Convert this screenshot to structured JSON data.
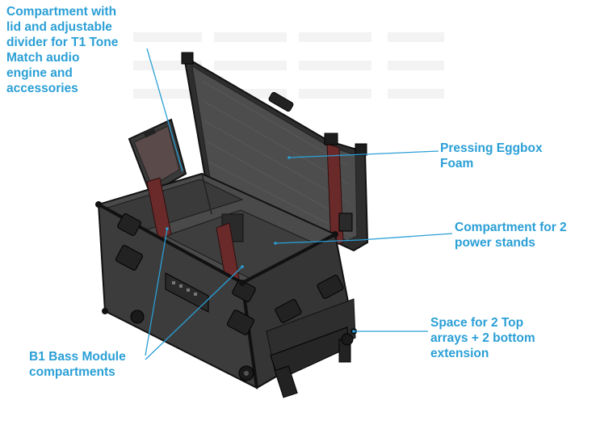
{
  "colors": {
    "callout_text": "#2a9fd6",
    "leader_line": "#2a9fd6",
    "case_body": "#3c3c3c",
    "case_edge": "#111111",
    "foam": "#505050",
    "strap": "#6b2a2a",
    "watermark": "#f2f2f2"
  },
  "callouts": {
    "compartment_lid": [
      "Compartment with",
      "lid and adjustable",
      "divider for T1 Tone",
      "Match audio",
      "engine and",
      "accessories"
    ],
    "eggbox_foam": [
      "Pressing Eggbox",
      "Foam"
    ],
    "power_stands": [
      "Compartment for 2",
      "power stands"
    ],
    "top_arrays": [
      "Space for 2 Top",
      "arrays + 2 bottom",
      "extension"
    ],
    "bass_module": [
      "B1 Bass Module",
      "compartments"
    ]
  },
  "icons": [
    "flight-case-illustration"
  ]
}
